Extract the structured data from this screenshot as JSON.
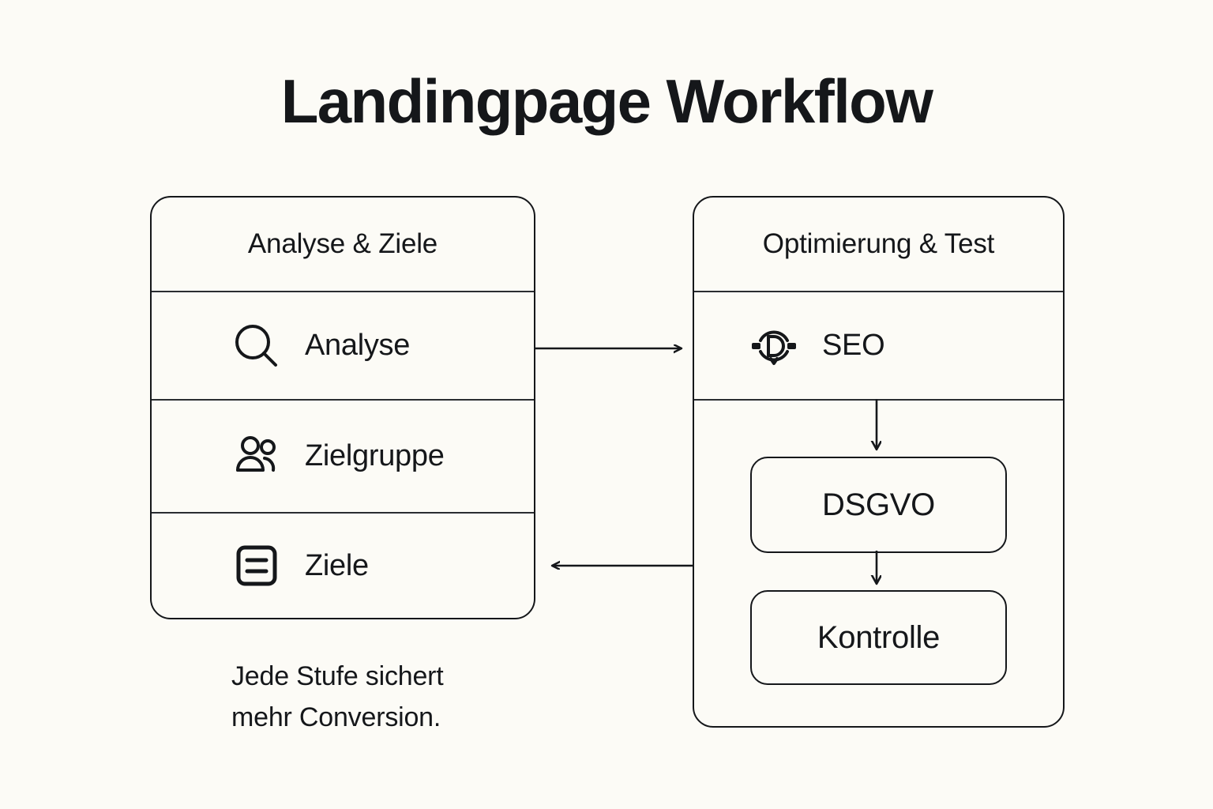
{
  "page": {
    "title": "Landingpage Workflow",
    "background_color": "#fcfbf6",
    "ink_color": "#15171a"
  },
  "cards": [
    {
      "id": "left",
      "header": "Analyse & Ziele",
      "rows": [
        {
          "icon": "magnifier-icon",
          "label": "Analyse"
        },
        {
          "icon": "people-icon",
          "label": "Zielgruppe"
        },
        {
          "icon": "list-box-icon",
          "label": "Ziele"
        }
      ]
    },
    {
      "id": "right",
      "header": "Optimierung & Test",
      "rows": [
        {
          "icon": "refresh-target-d-icon",
          "label": "SEO"
        }
      ],
      "pills": [
        {
          "label": "DSGVO"
        },
        {
          "label": "Kontrolle"
        }
      ]
    }
  ],
  "connectors": [
    {
      "name": "left-to-right-arrow",
      "direction": "right"
    },
    {
      "name": "right-to-left-arrow",
      "direction": "left"
    },
    {
      "name": "seo-to-dsgvo-arrow",
      "direction": "down"
    },
    {
      "name": "dsgvo-to-kontrolle-arrow",
      "direction": "down"
    }
  ],
  "caption": "Jede Stufe sichert\nmehr Conversion."
}
